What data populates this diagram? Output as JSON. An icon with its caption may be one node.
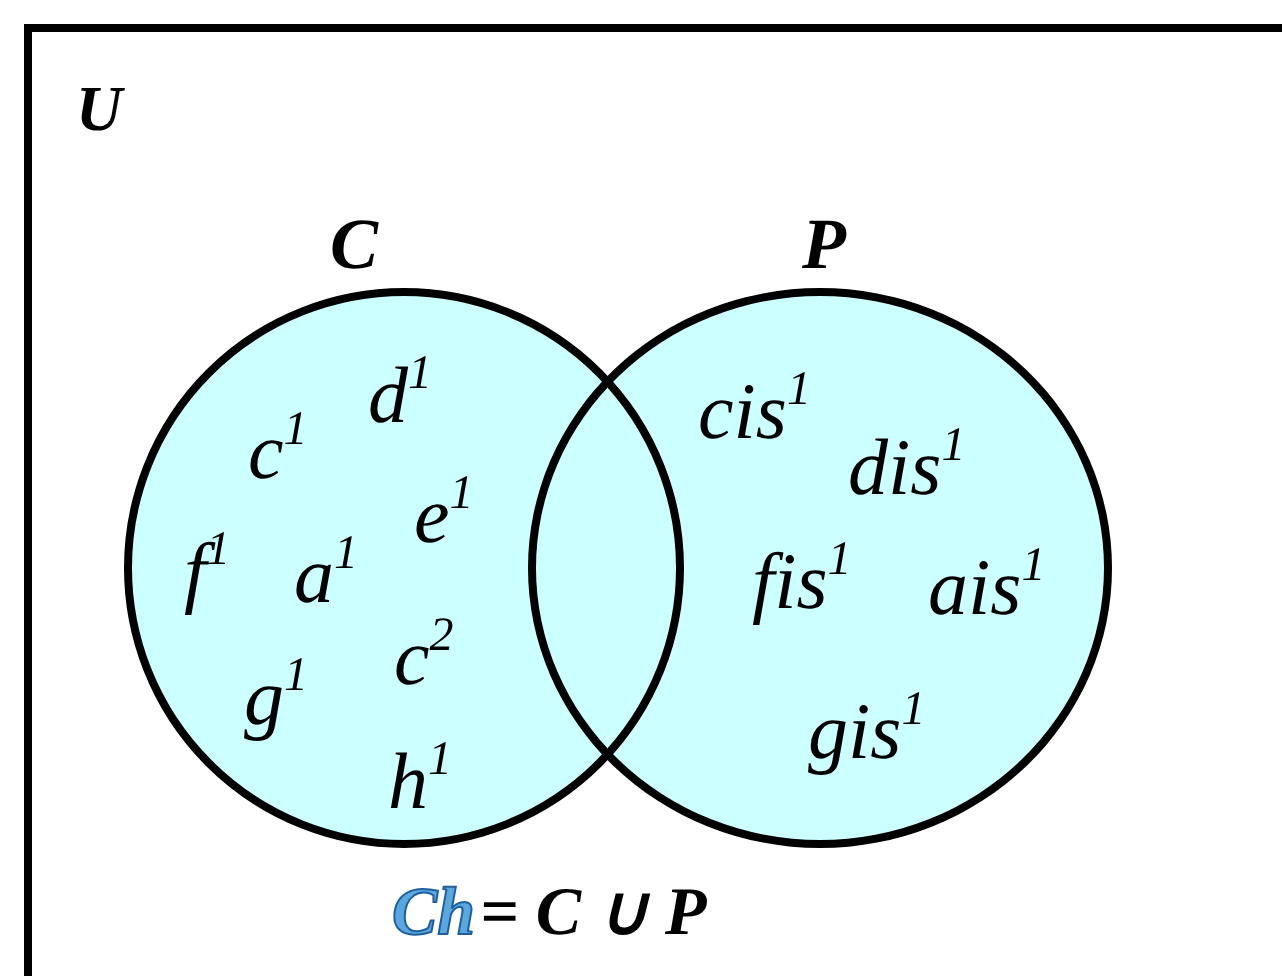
{
  "diagram": {
    "nodes": [
      {
        "text": [
          "U"
        ]
      },
      {
        "text": [
          "C",
          "c$^{1}$",
          "d$^{1}$",
          "f$^{1}$",
          "a$^{1}$",
          "e$^{1}$",
          "g$^{1}$",
          "c$^{2}$",
          "h$^{1}$"
        ],
        "in": 0
      },
      {
        "text": [
          "P",
          "cis$^{1}$",
          "dis$^{1}$",
          "fis$^{1}$",
          "ais$^{1}$",
          "gis$^{1}$"
        ],
        "in": 0
      }
    ],
    "labels": [
      "Ch",
      "= C ∪ P"
    ]
  }
}
